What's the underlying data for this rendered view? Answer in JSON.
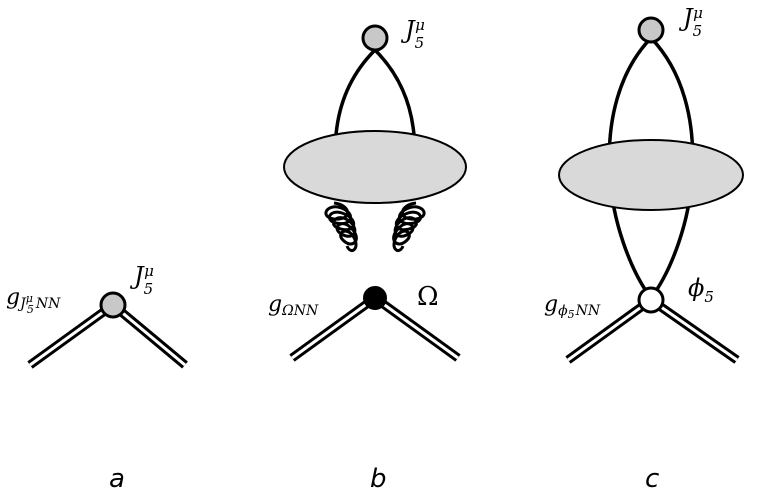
{
  "panels": [
    {
      "id": "a",
      "label": "a",
      "vertex_coupling": {
        "main": "g",
        "sub": "J",
        "sub_sup": "μ",
        "sub_sub": "5",
        "tail": "NN"
      },
      "current": {
        "main": "J",
        "sub": "5",
        "sup": "μ"
      }
    },
    {
      "id": "b",
      "label": "b",
      "top_current": {
        "main": "J",
        "sub": "5",
        "sup": "μ"
      },
      "vertex_coupling": {
        "main": "g",
        "sub": "ΩNN"
      },
      "operator": "Ω"
    },
    {
      "id": "c",
      "label": "c",
      "top_current": {
        "main": "J",
        "sub": "5",
        "sup": "μ"
      },
      "vertex_coupling": {
        "main": "g",
        "sub": "ϕ",
        "sub_sub": "5",
        "tail": "NN"
      },
      "field": {
        "main": "ϕ",
        "sub": "5"
      }
    }
  ],
  "colors": {
    "vertex_gray": "#c8c8c8",
    "blob_gray": "#d9d9d9",
    "stroke": "#000000"
  }
}
